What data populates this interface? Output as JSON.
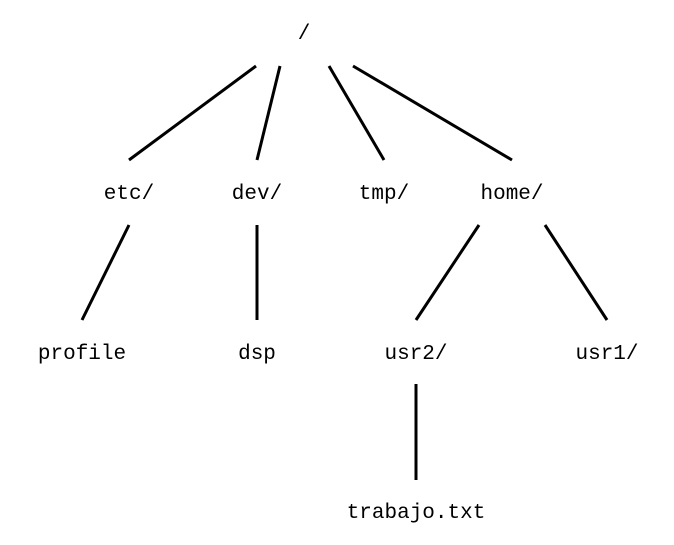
{
  "tree": {
    "nodes": {
      "root": "/",
      "etc": "etc/",
      "dev": "dev/",
      "tmp": "tmp/",
      "home": "home/",
      "profile": "profile",
      "dsp": "dsp",
      "usr2": "usr2/",
      "usr1": "usr1/",
      "trabajo": "trabajo.txt"
    },
    "edges": [
      [
        "root",
        "etc"
      ],
      [
        "root",
        "dev"
      ],
      [
        "root",
        "tmp"
      ],
      [
        "root",
        "home"
      ],
      [
        "etc",
        "profile"
      ],
      [
        "dev",
        "dsp"
      ],
      [
        "home",
        "usr2"
      ],
      [
        "home",
        "usr1"
      ],
      [
        "usr2",
        "trabajo"
      ]
    ]
  }
}
